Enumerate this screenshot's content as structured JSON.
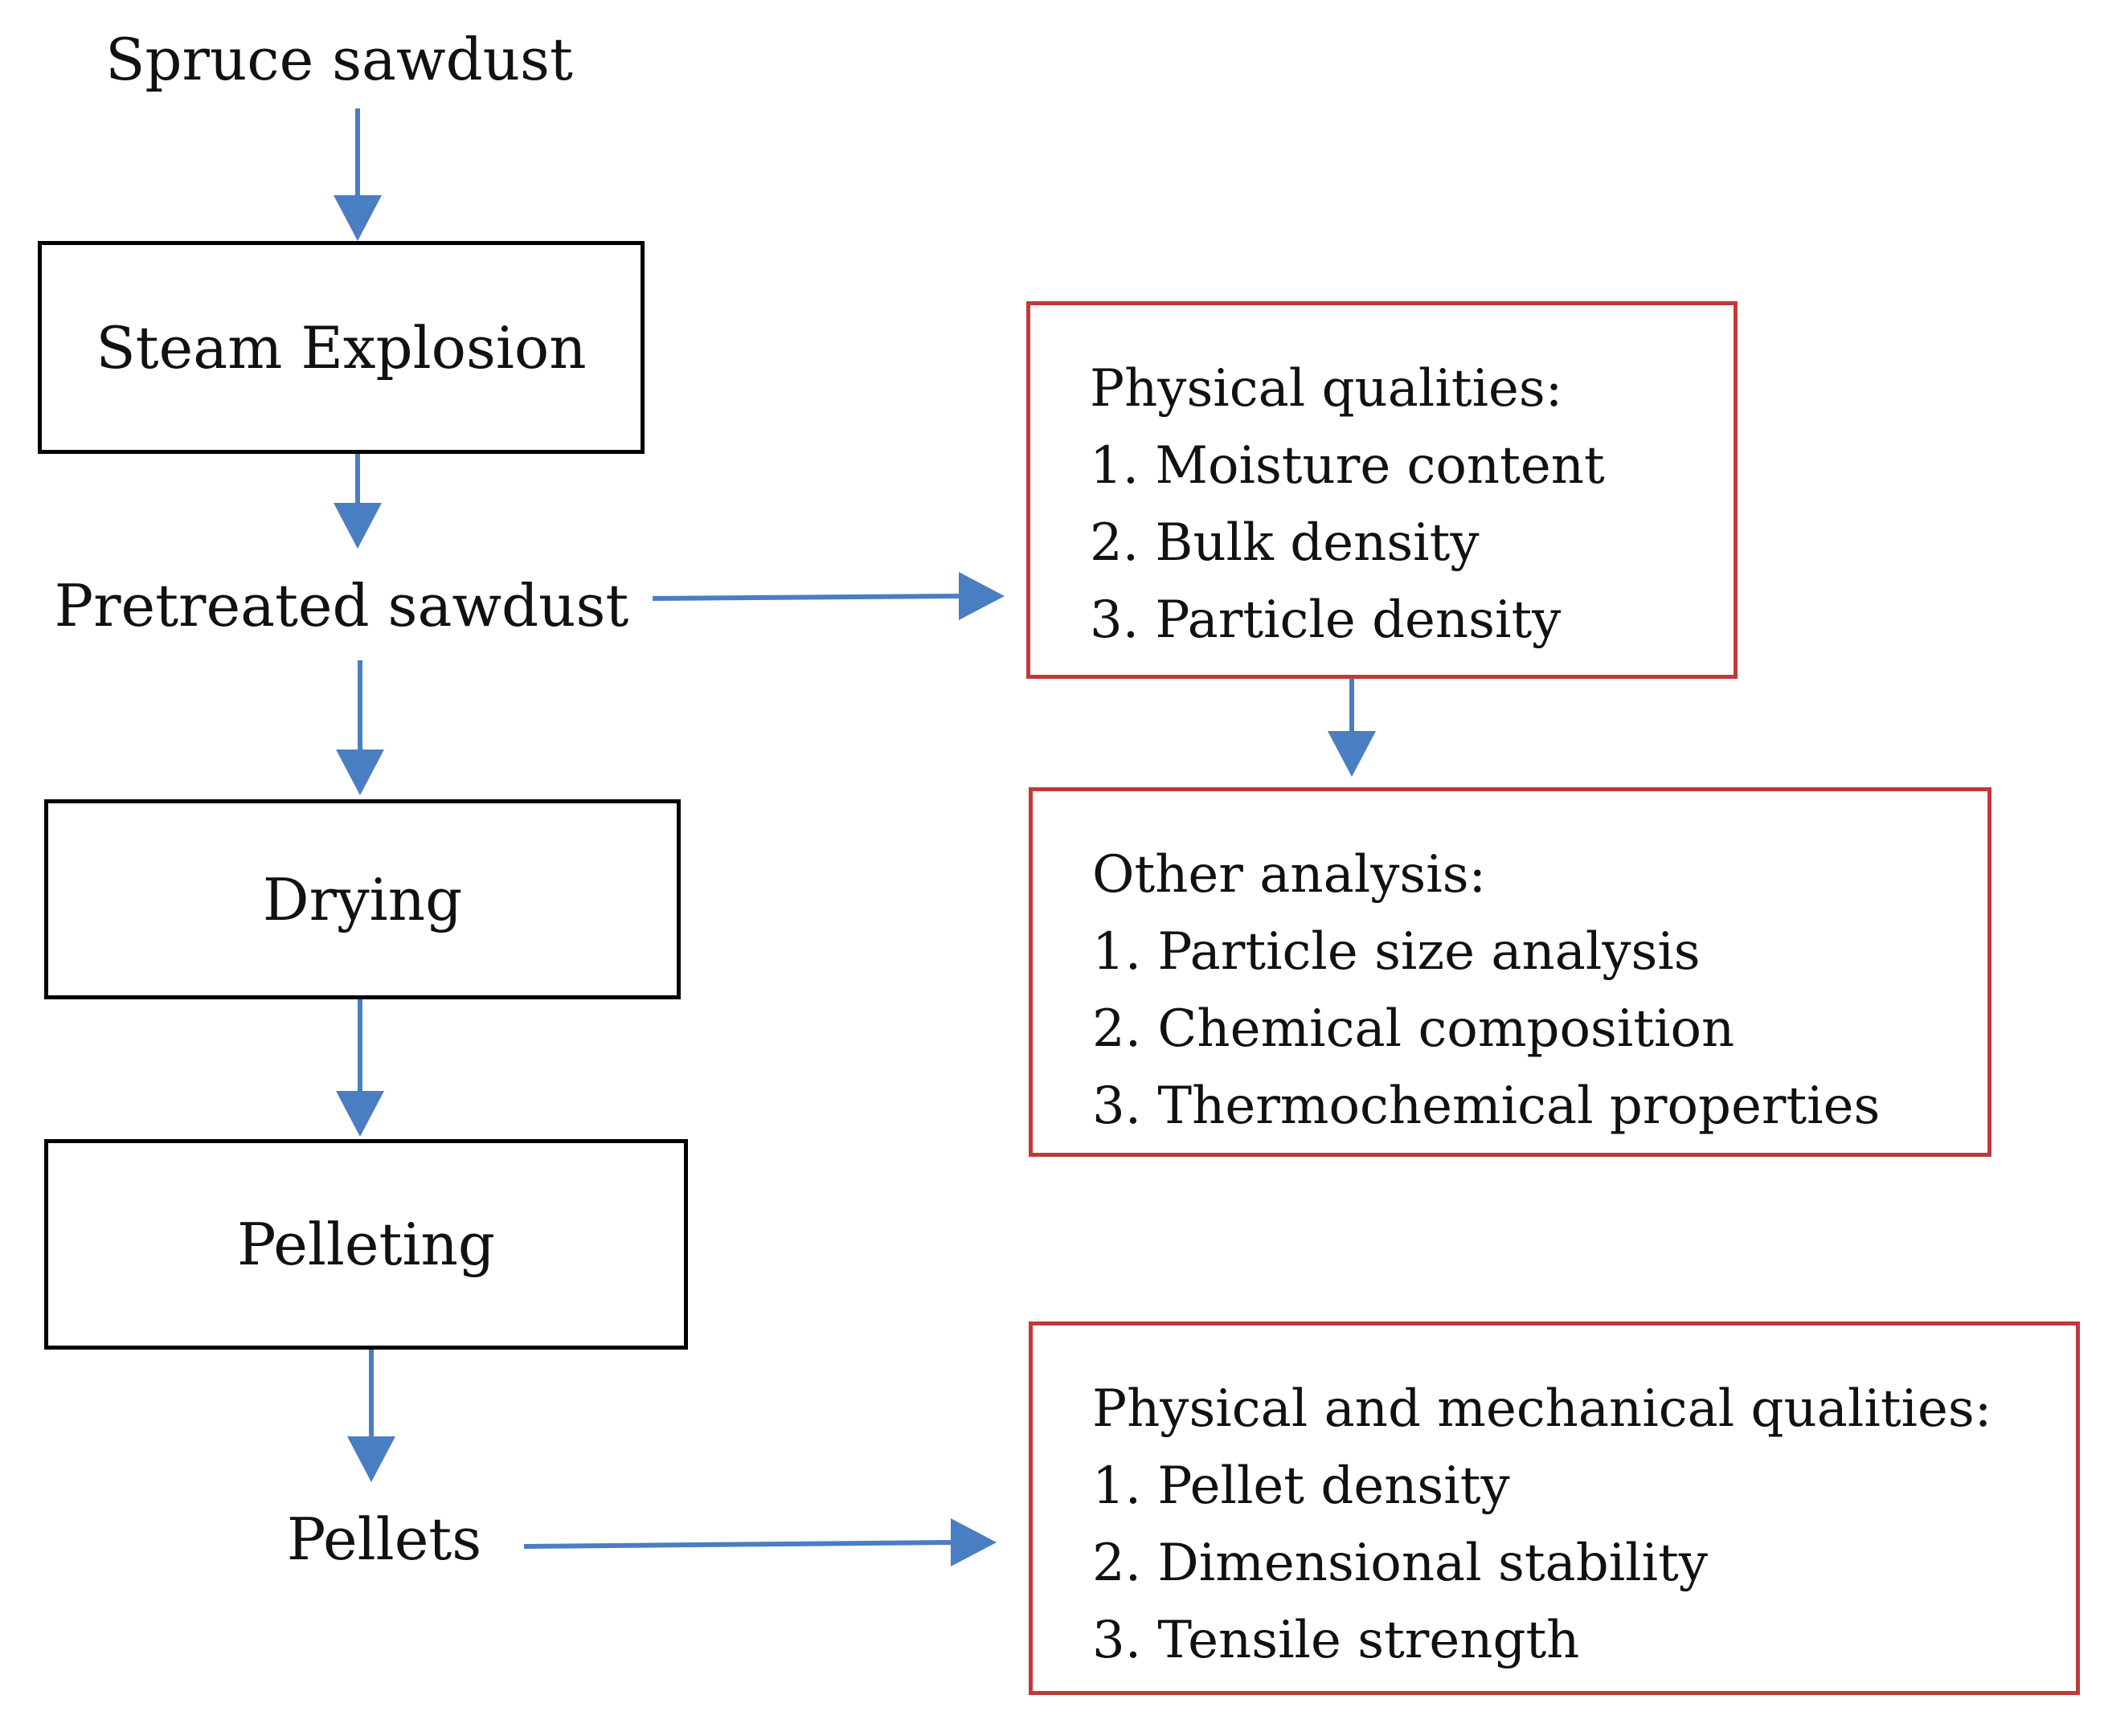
{
  "colors": {
    "arrow": "#4a7ec2",
    "step_border": "#000000",
    "analysis_border": "#c0393b"
  },
  "flow": {
    "input": "Spruce sawdust",
    "steam_explosion": "Steam Explosion",
    "pretreated": "Pretreated sawdust",
    "drying": "Drying",
    "pelleting": "Pelleting",
    "output": "Pellets"
  },
  "analyses": {
    "physical": {
      "heading": "Physical qualities:",
      "items": [
        "1. Moisture content",
        "2. Bulk density",
        "3. Particle density"
      ]
    },
    "other": {
      "heading": "Other analysis:",
      "items": [
        "1. Particle size analysis",
        "2. Chemical composition",
        "3. Thermochemical properties"
      ]
    },
    "mechanical": {
      "heading": "Physical and mechanical qualities:",
      "items": [
        "1. Pellet density",
        "2. Dimensional stability",
        "3. Tensile strength"
      ]
    }
  }
}
